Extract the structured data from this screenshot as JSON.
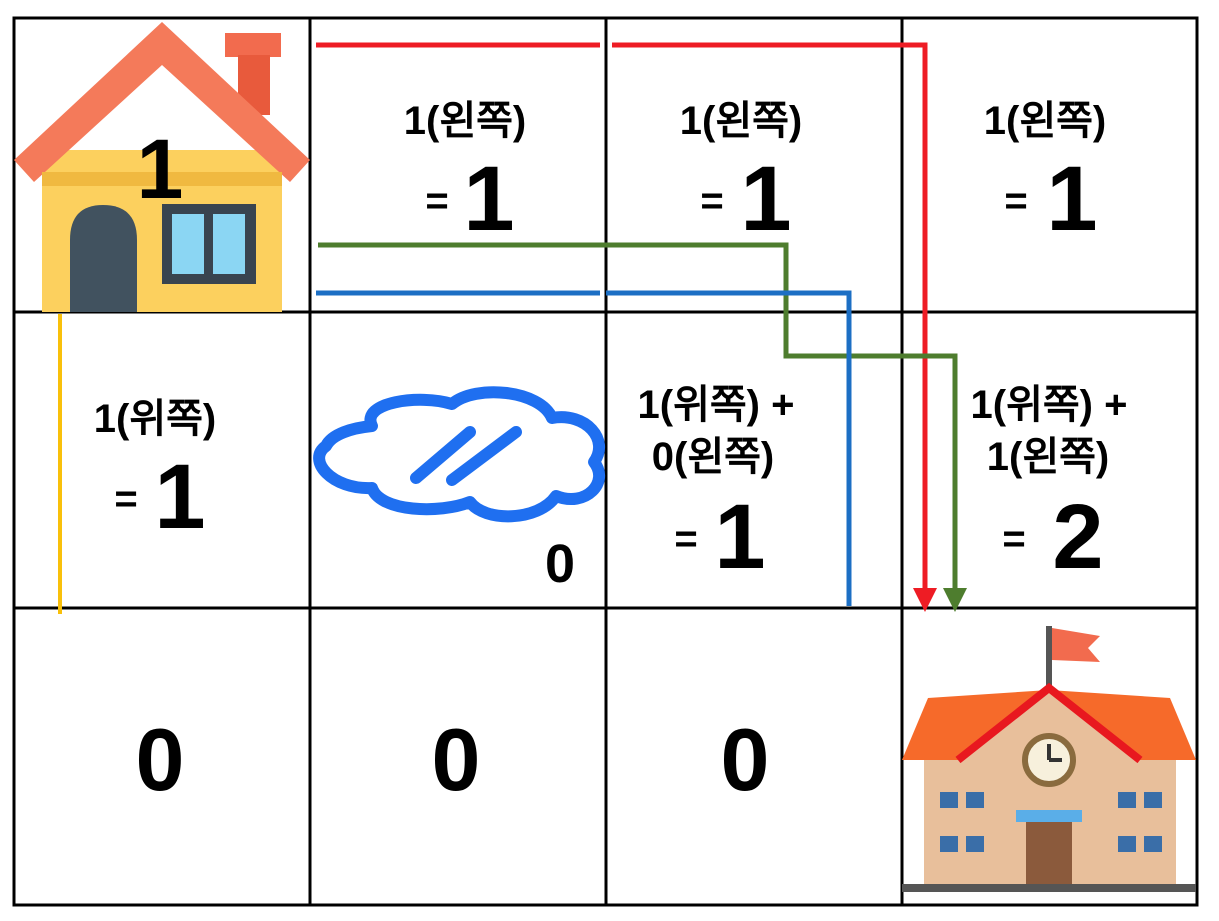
{
  "grid": {
    "rows": 3,
    "cols": 4
  },
  "cells": {
    "r0c0": {
      "label": "",
      "value": "1"
    },
    "r0c1": {
      "label": "1(왼쪽)",
      "equals": "=",
      "value": "1"
    },
    "r0c2": {
      "label": "1(왼쪽)",
      "equals": "=",
      "value": "1"
    },
    "r0c3": {
      "label": "1(왼쪽)",
      "equals": "=",
      "value": "1"
    },
    "r1c0": {
      "label": "1(위쪽)",
      "equals": "=",
      "value": "1"
    },
    "r1c1": {
      "value": "0"
    },
    "r1c2": {
      "line1": "1(위쪽) +",
      "line2": "0(왼쪽)",
      "equals": "=",
      "value": "1"
    },
    "r1c3": {
      "line1": "1(위쪽) +",
      "line2": "1(왼쪽)",
      "equals": "=",
      "value": "2"
    },
    "r2c0": {
      "value": "0"
    },
    "r2c1": {
      "value": "0"
    },
    "r2c2": {
      "value": "0"
    }
  },
  "icons": {
    "start": "house-icon",
    "obstacle": "puddle-icon",
    "goal": "school-icon"
  },
  "path_colors": {
    "red": "#ee1c24",
    "green": "#4e7d2e",
    "blue": "#1c6fc4",
    "yellow": "#f9c00a"
  }
}
